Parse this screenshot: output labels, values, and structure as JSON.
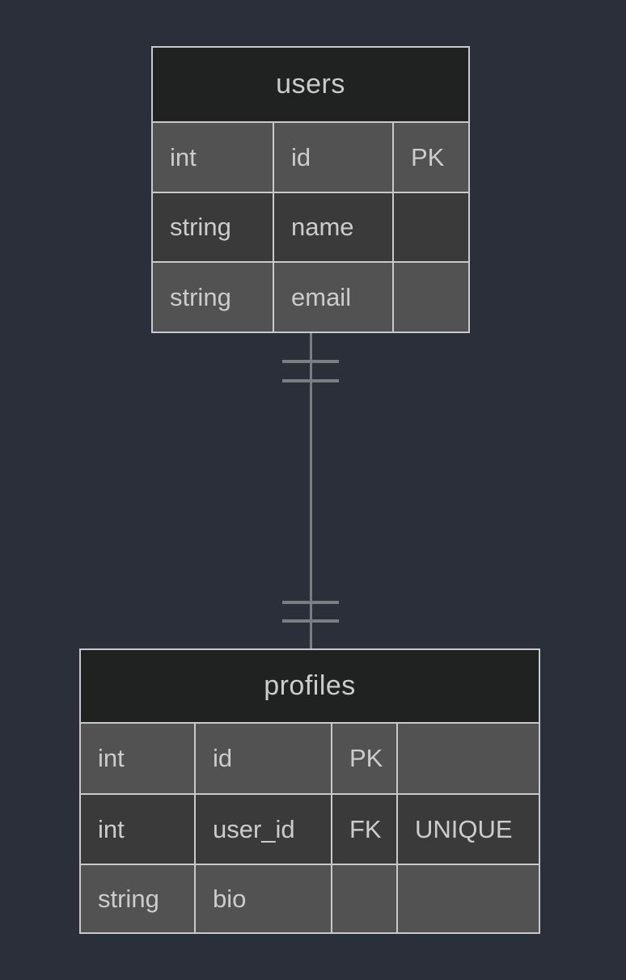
{
  "colors": {
    "canvas-bg": "#2b2f3a",
    "entity-header-bg": "#202222",
    "row-odd-bg": "#525252",
    "row-even-bg": "#3a3a3a",
    "grid-border": "#c9c9c9",
    "text": "#cccccc",
    "relationship-line": "#7a7d82"
  },
  "diagram": {
    "kind": "entity-relationship",
    "entities": [
      {
        "name": "users",
        "attributes": [
          {
            "type": "int",
            "name": "id",
            "key": "PK"
          },
          {
            "type": "string",
            "name": "name",
            "key": ""
          },
          {
            "type": "string",
            "name": "email",
            "key": ""
          }
        ]
      },
      {
        "name": "profiles",
        "attributes": [
          {
            "type": "int",
            "name": "id",
            "key": "PK",
            "comment": ""
          },
          {
            "type": "int",
            "name": "user_id",
            "key": "FK",
            "comment": "UNIQUE"
          },
          {
            "type": "string",
            "name": "bio",
            "key": "",
            "comment": ""
          }
        ]
      }
    ],
    "relationships": [
      {
        "from": "users",
        "to": "profiles",
        "cardinality": "one-to-one",
        "from_marker": "exactly-one",
        "to_marker": "exactly-one",
        "label": ""
      }
    ]
  }
}
